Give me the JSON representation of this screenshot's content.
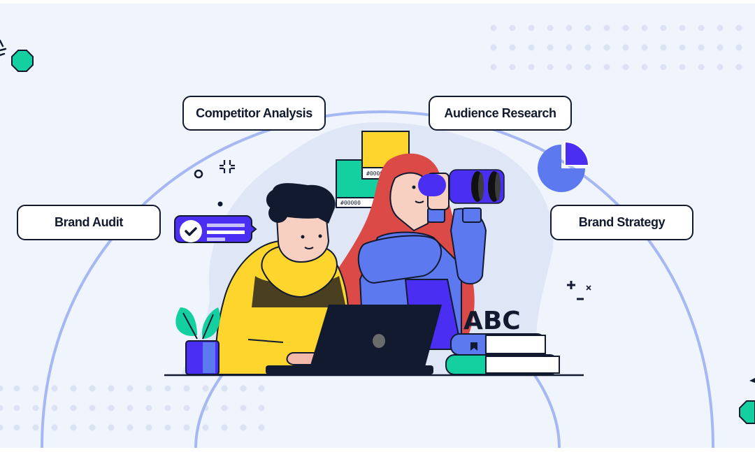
{
  "labels": {
    "competitor_analysis": "Competitor Analysis",
    "audience_research": "Audience Research",
    "brand_audit": "Brand Audit",
    "brand_strategy": "Brand Strategy"
  },
  "illustration": {
    "swatch_yellow_tag": "#0000",
    "swatch_green_tag": "#00000",
    "books_text": "ABC",
    "decorations": [
      "plus",
      "minus",
      "x-mark",
      "circle-outline",
      "dot",
      "crosshair-hash"
    ]
  },
  "colors": {
    "background": "#eff4fd",
    "arc": "#a5b8f3",
    "outline": "#111a2e",
    "green": "#14d0a0",
    "yellow": "#fdd52d",
    "violet": "#4a2ff2",
    "periwinkle": "#5d79f0",
    "red_hair": "#dc4a48",
    "skin": "#f7d0c2"
  }
}
